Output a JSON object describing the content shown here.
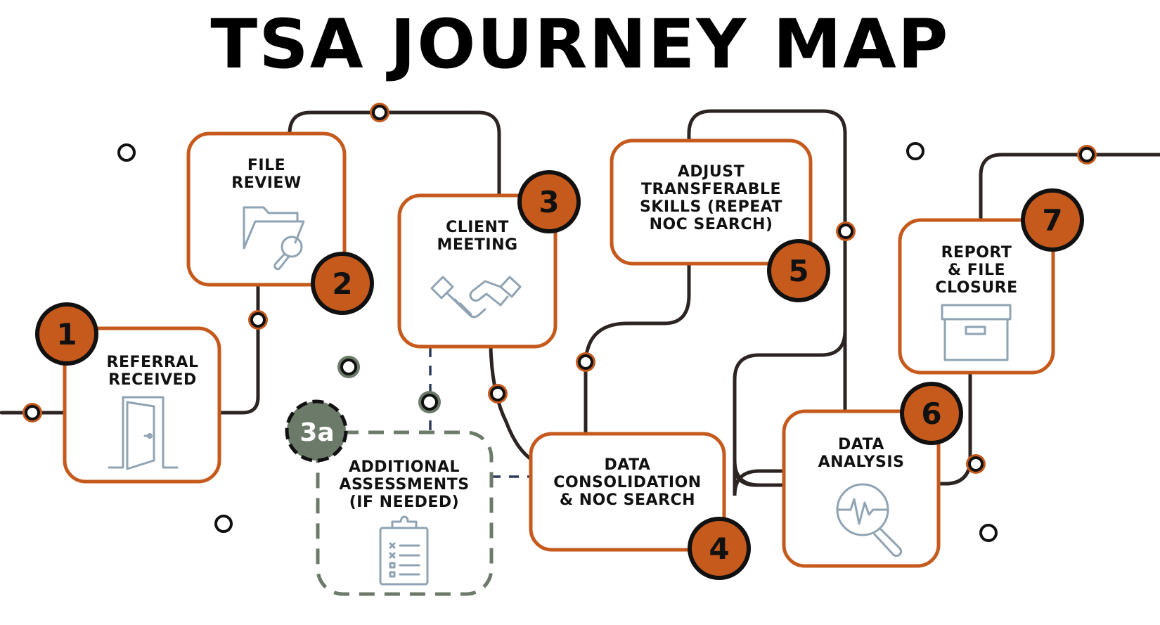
{
  "title": "TSA JOURNEY MAP",
  "colors": {
    "accent": "#c55a1c",
    "path": "#2b2422",
    "optional": "#6c7a6a",
    "dashed_link": "#2e3a5c",
    "icon": "#8fa3b3"
  },
  "steps": [
    {
      "badge": "1",
      "lines": [
        "REFERRAL",
        "RECEIVED"
      ],
      "icon": "door-icon"
    },
    {
      "badge": "2",
      "lines": [
        "FILE",
        "REVIEW"
      ],
      "icon": "folder-search-icon"
    },
    {
      "badge": "3",
      "lines": [
        "CLIENT",
        "MEETING"
      ],
      "icon": "handshake-icon"
    },
    {
      "badge": "3a",
      "lines": [
        "ADDITIONAL",
        "ASSESSMENTS",
        "(IF NEEDED)"
      ],
      "icon": "clipboard-checklist-icon",
      "optional": true
    },
    {
      "badge": "4",
      "lines": [
        "DATA",
        "CONSOLIDATION",
        "& NOC SEARCH"
      ],
      "icon": ""
    },
    {
      "badge": "5",
      "lines": [
        "ADJUST",
        "TRANSFERABLE",
        "SKILLS (REPEAT",
        "NOC SEARCH)"
      ],
      "icon": ""
    },
    {
      "badge": "6",
      "lines": [
        "DATA",
        "ANALYSIS"
      ],
      "icon": "analysis-search-icon"
    },
    {
      "badge": "7",
      "lines": [
        "REPORT",
        "& FILE",
        "CLOSURE"
      ],
      "icon": "archive-box-icon"
    }
  ]
}
